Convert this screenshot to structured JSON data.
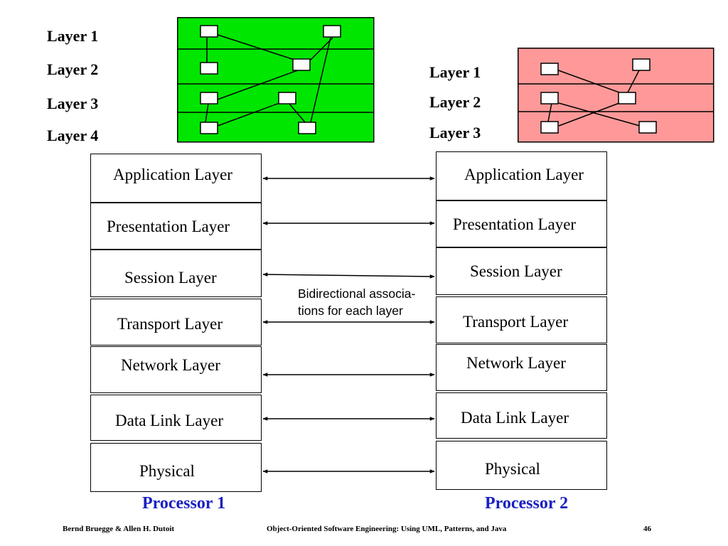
{
  "left_diagram": {
    "fill": "#00e600",
    "layers": [
      "Layer 1",
      "Layer 2",
      "Layer 3",
      "Layer 4"
    ]
  },
  "right_diagram": {
    "fill": "#ff9999",
    "layers": [
      "Layer 1",
      "Layer 2",
      "Layer 3"
    ]
  },
  "processor1": {
    "name": "Processor 1",
    "layers": [
      "Application Layer",
      "Presentation Layer",
      "Session Layer",
      "Transport Layer",
      "Network Layer",
      "Data Link Layer",
      "Physical"
    ]
  },
  "processor2": {
    "name": "Processor 2",
    "layers": [
      "Application Layer",
      "Presentation Layer",
      "Session Layer",
      "Transport Layer",
      "Network Layer",
      "Data Link Layer",
      "Physical"
    ]
  },
  "annotation": {
    "line1": "Bidirectional associa-",
    "line2": "tions for each layer"
  },
  "footer": {
    "authors": "Bernd Bruegge & Allen H. Dutoit",
    "title": "Object-Oriented Software Engineering: Using UML, Patterns, and Java",
    "page": "46"
  },
  "colors": {
    "processor_label": "#1a20c0",
    "left_diagram_fill": "#00e600",
    "right_diagram_fill": "#ff9999"
  }
}
